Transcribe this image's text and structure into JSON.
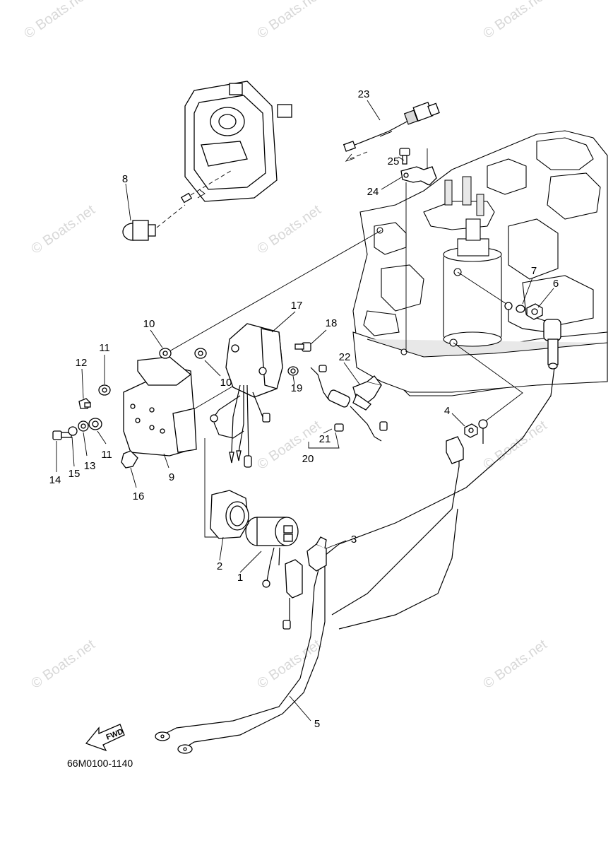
{
  "watermark": "© Boats.net",
  "diagram_code": "66M0100-1140",
  "fwd_label": "FWD",
  "callouts": [
    "1",
    "2",
    "3",
    "4",
    "5",
    "6",
    "7",
    "8",
    "9",
    "10",
    "10",
    "11",
    "11",
    "12",
    "13",
    "14",
    "15",
    "16",
    "17",
    "18",
    "19",
    "20",
    "21",
    "22",
    "23",
    "24",
    "25"
  ]
}
